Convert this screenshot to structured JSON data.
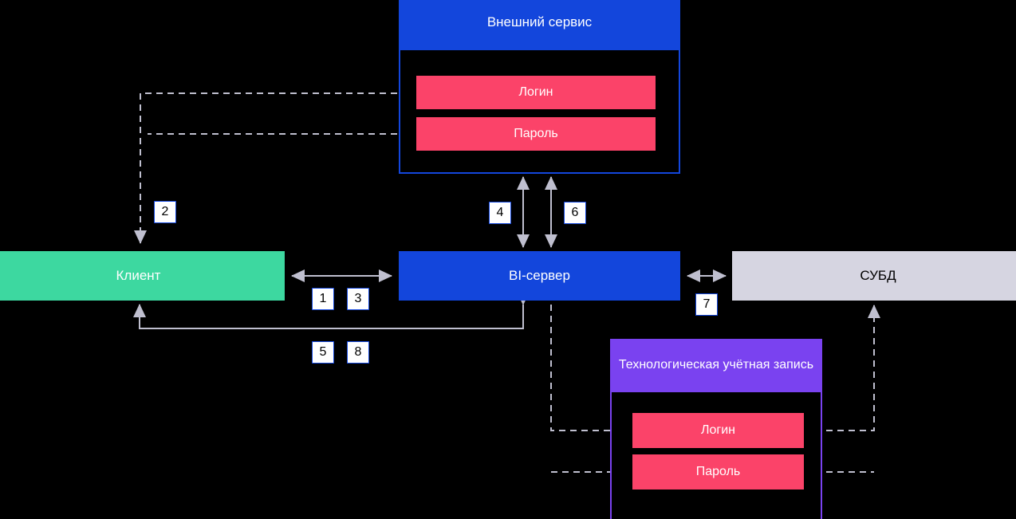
{
  "diagram": {
    "title_present": false,
    "background_color": "#000000",
    "nodes": [
      {
        "id": "client",
        "label": "Клиент",
        "color": "#3DD8A0",
        "text_color": "#ffffff"
      },
      {
        "id": "bi",
        "label": "BI-сервер",
        "color": "#1346DC",
        "text_color": "#ffffff"
      },
      {
        "id": "dbms",
        "label": "СУБД",
        "color": "#D6D5E1",
        "text_color": "#000000"
      }
    ],
    "groups": [
      {
        "id": "external-service",
        "title": "Внешний сервис",
        "color": "#1346DC",
        "fields": [
          {
            "id": "ext-login",
            "label": "Логин",
            "color": "#FB4369"
          },
          {
            "id": "ext-password",
            "label": "Пароль",
            "color": "#FB4369"
          }
        ]
      },
      {
        "id": "technical-account",
        "title": "Технологическая учётная запись",
        "color": "#7A42F0",
        "fields": [
          {
            "id": "tech-login",
            "label": "Логин",
            "color": "#FB4369"
          },
          {
            "id": "tech-password",
            "label": "Пароль",
            "color": "#FB4369"
          }
        ]
      }
    ],
    "step_badges": [
      {
        "id": "badge-1",
        "label": "1"
      },
      {
        "id": "badge-2",
        "label": "2"
      },
      {
        "id": "badge-3",
        "label": "3"
      },
      {
        "id": "badge-4",
        "label": "4"
      },
      {
        "id": "badge-5",
        "label": "5"
      },
      {
        "id": "badge-6",
        "label": "6"
      },
      {
        "id": "badge-7",
        "label": "7"
      },
      {
        "id": "badge-8",
        "label": "8"
      }
    ],
    "badge_style": {
      "fill": "#ffffff",
      "border": "#1346DC",
      "text": "#000000"
    },
    "connector_color": "#BFBFCF"
  }
}
